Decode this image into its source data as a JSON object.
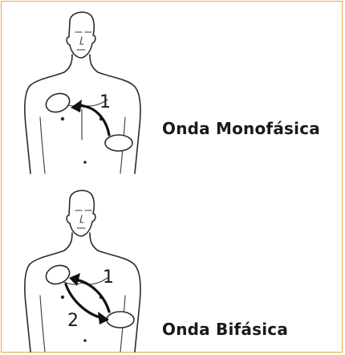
{
  "panels": [
    {
      "caption": "Onda Monofásica",
      "labels": [
        "1"
      ]
    },
    {
      "caption": "Onda Bifásica",
      "labels": [
        "1",
        "2"
      ]
    }
  ],
  "colors": {
    "border": "#f2a33a",
    "line": "#2a2a2a",
    "text": "#1a1a1a"
  }
}
